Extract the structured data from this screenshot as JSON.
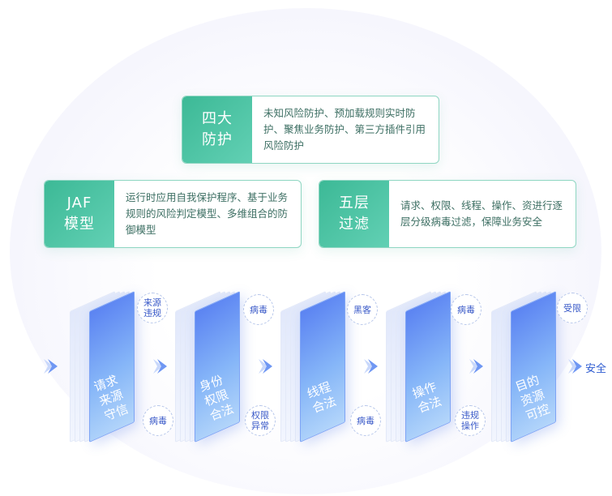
{
  "cards": [
    {
      "id": "four-protection",
      "title": "四大\n防护",
      "desc": "未知风险防护、预加载规则实时防护、聚焦业务防护、第三方插件引用风险防护"
    },
    {
      "id": "jaf-model",
      "title": "JAF\n模型",
      "desc": "运行时应用自我保护程序、基于业务规则的风险判定模型、多维组合的防御模型"
    },
    {
      "id": "five-layer",
      "title": "五层\n过滤",
      "desc": "请求、权限、线程、操作、资进行逐层分级病毒过滤，保障业务安全"
    }
  ],
  "stages": [
    {
      "label": "请求\n来源\n守信",
      "top_bubble": "来源\n违规",
      "bottom_bubble": "病毒"
    },
    {
      "label": "身份\n权限\n合法",
      "top_bubble": "病毒",
      "bottom_bubble": "权限\n异常"
    },
    {
      "label": "线程\n合法",
      "top_bubble": "黑客",
      "bottom_bubble": "病毒"
    },
    {
      "label": "操作\n合法",
      "top_bubble": "病毒",
      "bottom_bubble": "违规\n操作"
    },
    {
      "label": "目的\n资源\n可控",
      "top_bubble": "受限",
      "bottom_bubble": ""
    }
  ],
  "flow_end": "安全",
  "colors": {
    "card_accent": "#3cb996",
    "card_text": "#3d6f63",
    "panel_blue": "#5b83f2",
    "bubble_text": "#3a5ac8"
  }
}
